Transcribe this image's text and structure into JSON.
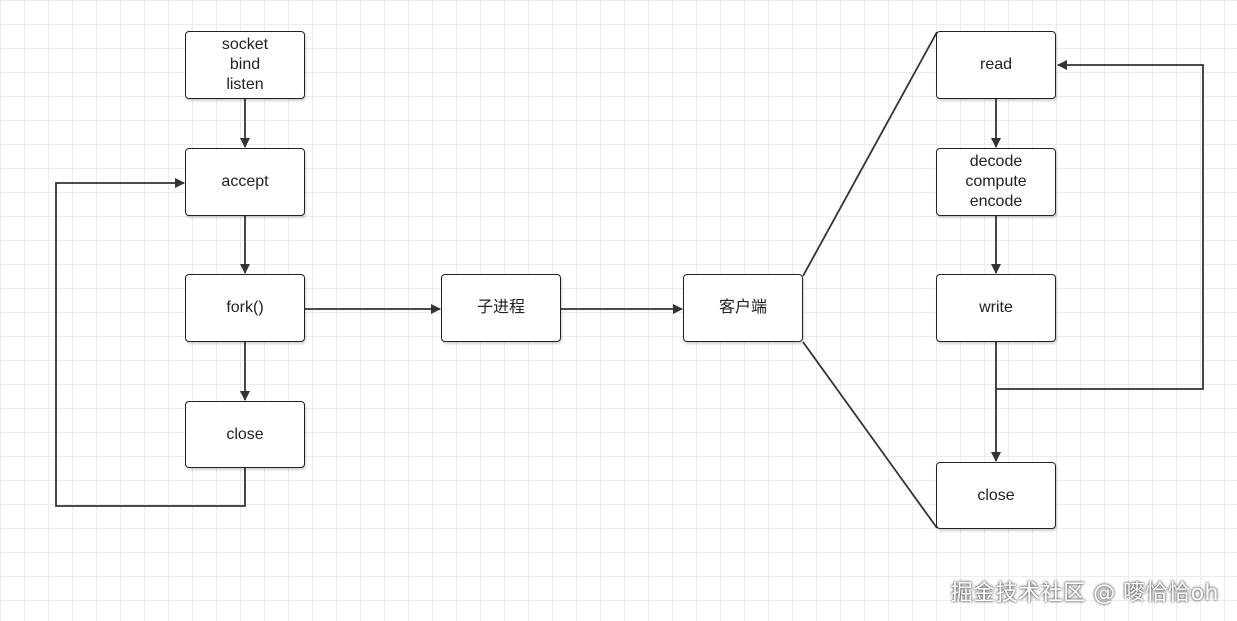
{
  "nodes": {
    "init": [
      "socket",
      "bind",
      "listen"
    ],
    "accept": "accept",
    "fork": "fork()",
    "close_left": "close",
    "child": "子进程",
    "client": "客户端",
    "read": "read",
    "process": [
      "decode",
      "compute",
      "encode"
    ],
    "write": "write",
    "close_right": "close"
  },
  "watermark": "掘金技术社区 @ 嘜恰恰oh"
}
